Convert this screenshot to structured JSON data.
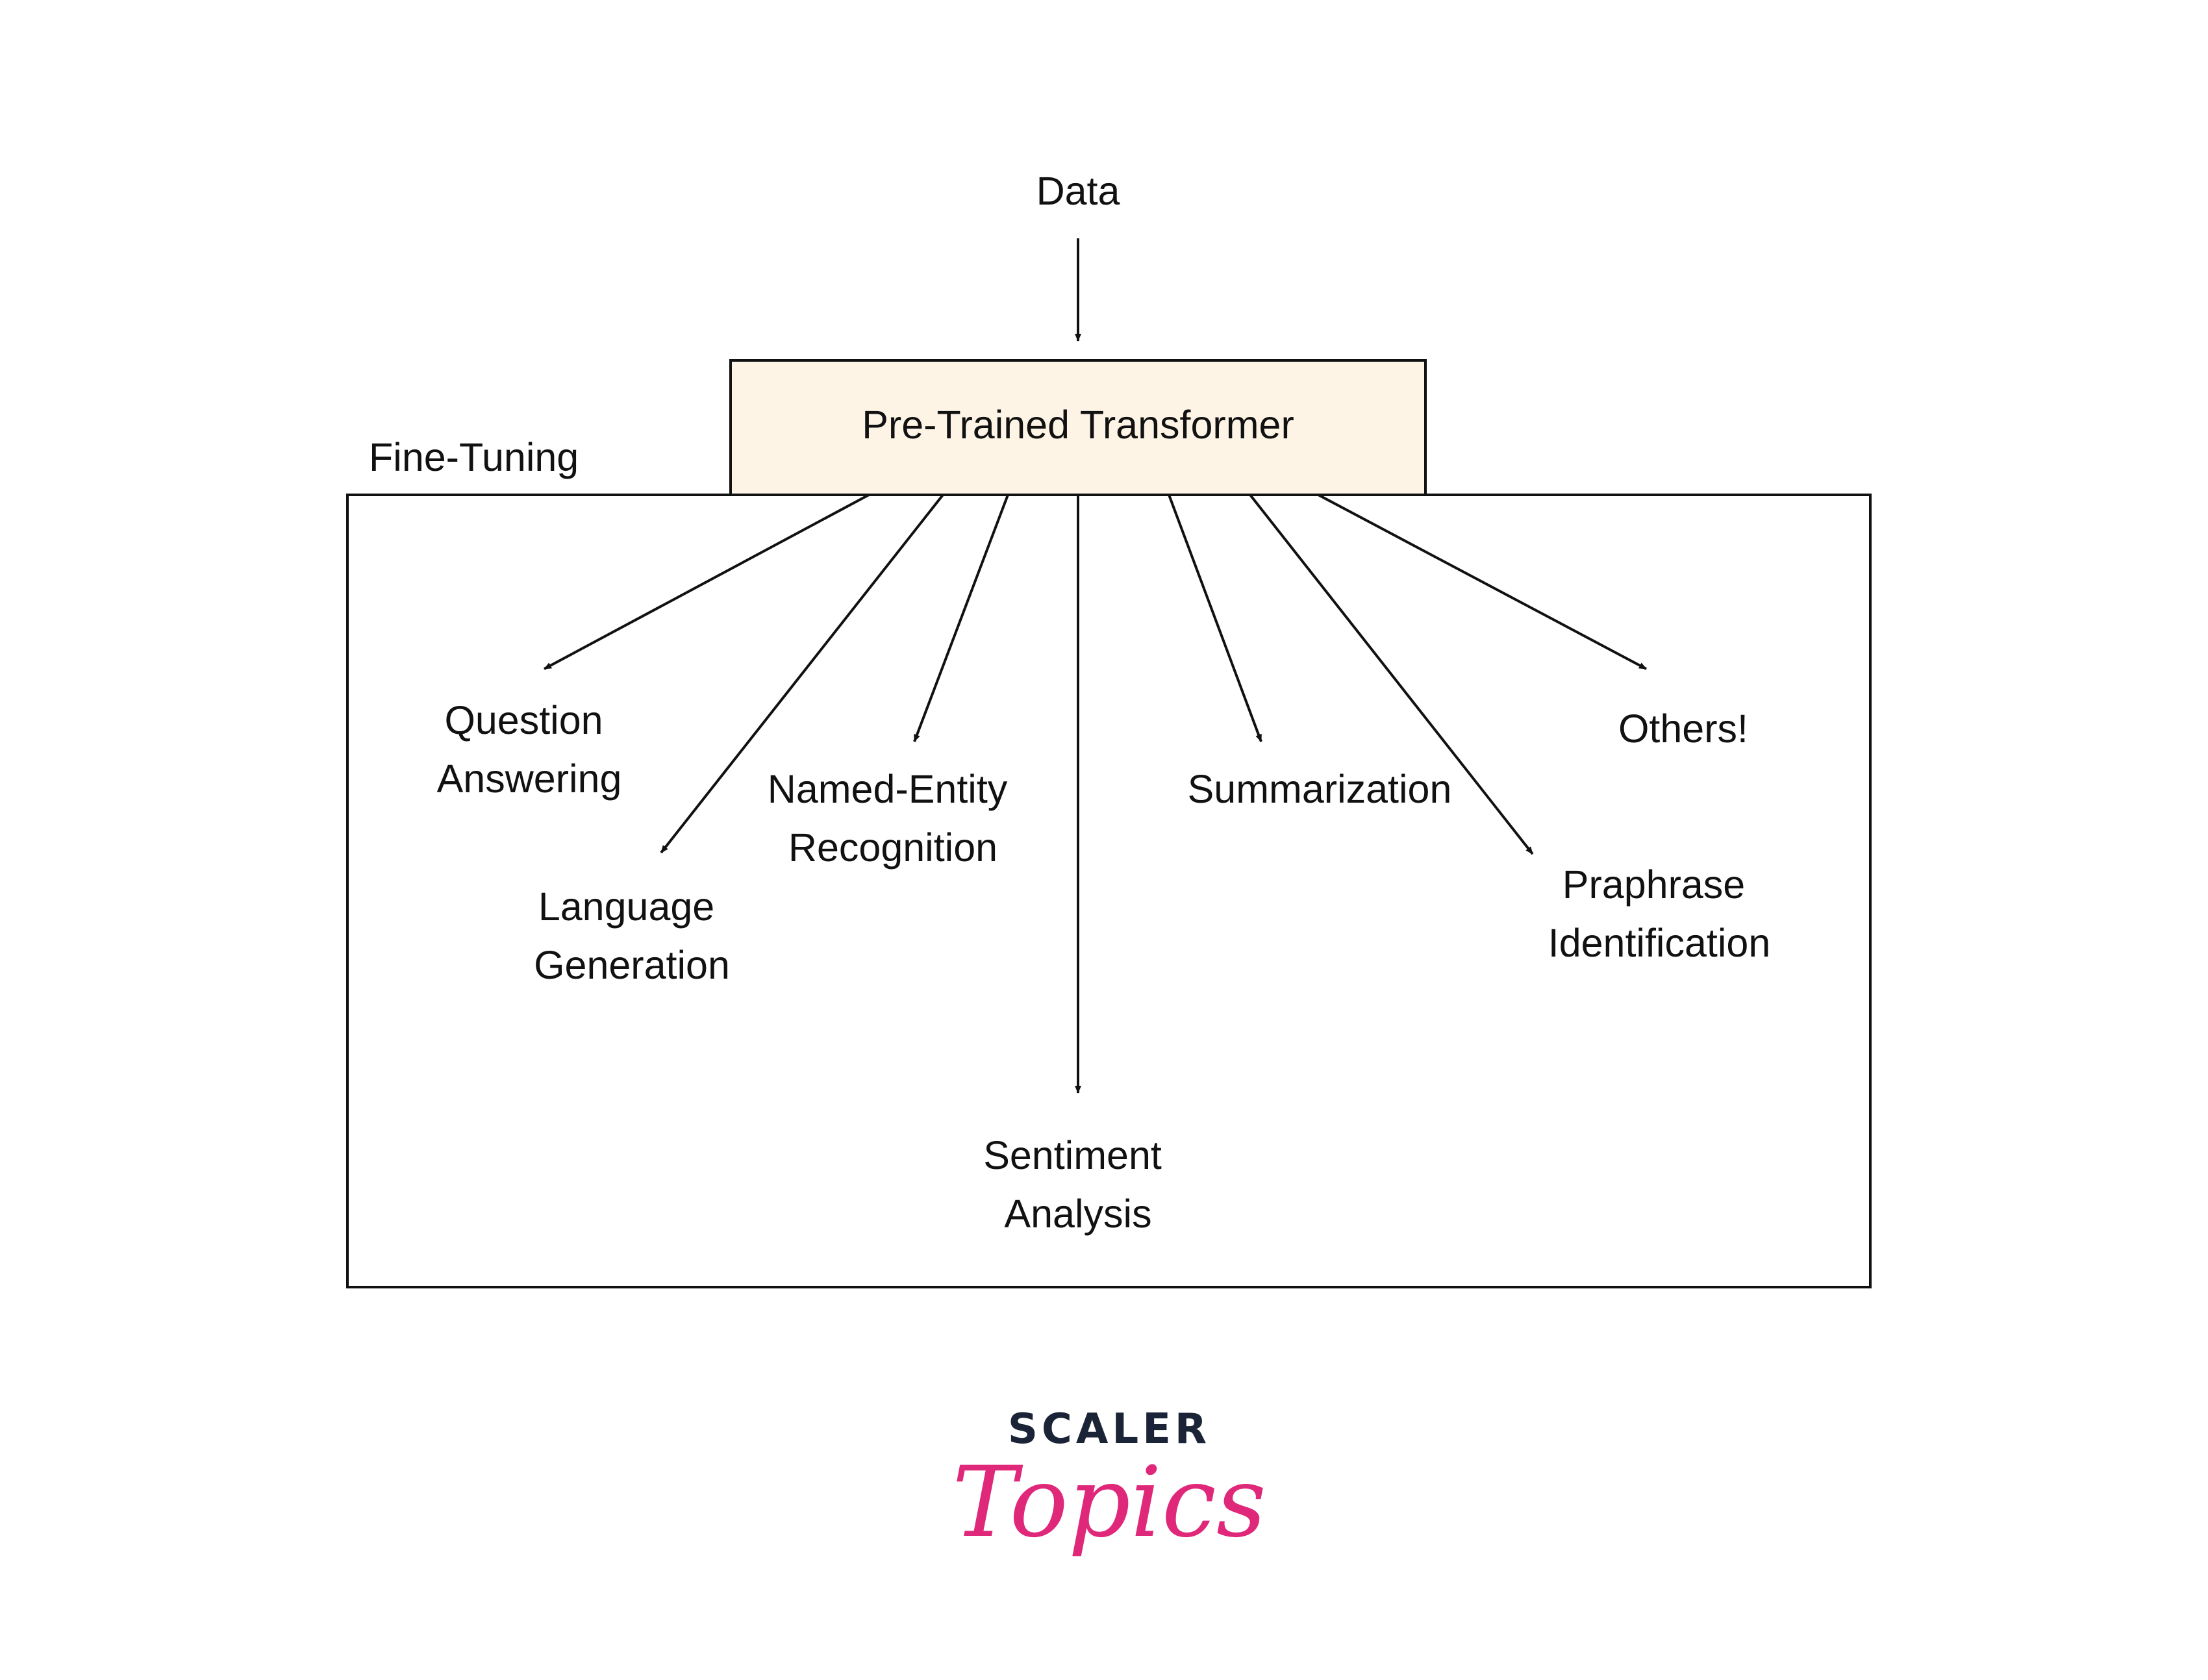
{
  "diagram": {
    "input": {
      "label": "Data"
    },
    "center_node": {
      "label": "Pre-Trained Transformer"
    },
    "group": {
      "label": "Fine-Tuning"
    },
    "tasks": [
      {
        "id": "qa",
        "lines": [
          "Question",
          "Answering"
        ]
      },
      {
        "id": "langgen",
        "lines": [
          "Language",
          "Generation"
        ]
      },
      {
        "id": "ner",
        "lines": [
          "Named-Entity",
          "Recognition"
        ]
      },
      {
        "id": "sentiment",
        "lines": [
          "Sentiment",
          "Analysis"
        ]
      },
      {
        "id": "summarization",
        "lines": [
          "Summarization"
        ]
      },
      {
        "id": "paraphrase",
        "lines": [
          "Praphrase",
          "Identification"
        ]
      },
      {
        "id": "others",
        "lines": [
          "Others!"
        ]
      }
    ]
  },
  "colors": {
    "node_fill": "#fdf4e6",
    "stroke": "#111111",
    "brand_dark": "#1b2437",
    "brand_accent": "#e0287a"
  },
  "brand": {
    "top": "SCALER",
    "bottom": "Topics"
  }
}
